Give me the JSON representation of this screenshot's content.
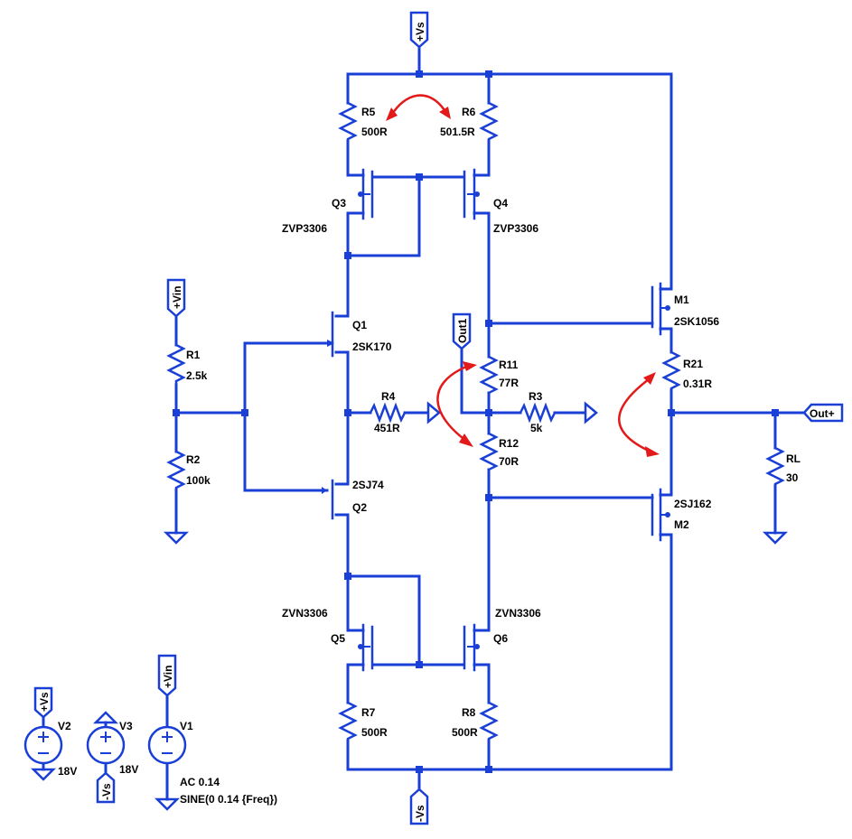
{
  "components": {
    "r1": {
      "name": "R1",
      "value": "2.5k"
    },
    "r2": {
      "name": "R2",
      "value": "100k"
    },
    "r3": {
      "name": "R3",
      "value": "5k"
    },
    "r4": {
      "name": "R4",
      "value": "451R"
    },
    "r5": {
      "name": "R5",
      "value": "500R"
    },
    "r6": {
      "name": "R6",
      "value": "501.5R"
    },
    "r7": {
      "name": "R7",
      "value": "500R"
    },
    "r8": {
      "name": "R8",
      "value": "500R"
    },
    "r11": {
      "name": "R11",
      "value": "77R"
    },
    "r12": {
      "name": "R12",
      "value": "70R"
    },
    "r21": {
      "name": "R21",
      "value": "0.31R"
    },
    "rl": {
      "name": "RL",
      "value": "30"
    },
    "q1": {
      "name": "Q1",
      "model": "2SK170"
    },
    "q2": {
      "name": "Q2",
      "model": "2SJ74"
    },
    "q3": {
      "name": "Q3",
      "model": "ZVP3306"
    },
    "q4": {
      "name": "Q4",
      "model": "ZVP3306"
    },
    "q5": {
      "name": "Q5",
      "model": "ZVN3306"
    },
    "q6": {
      "name": "Q6",
      "model": "ZVN3306"
    },
    "m1": {
      "name": "M1",
      "model": "2SK1056"
    },
    "m2": {
      "name": "M2",
      "model": "2SJ162"
    },
    "v1": {
      "name": "V1",
      "ac": "AC 0.14",
      "sine": "SINE(0 0.14 {Freq})"
    },
    "v2": {
      "name": "V2",
      "value": "18V"
    },
    "v3": {
      "name": "V3",
      "value": "18V"
    }
  },
  "nets": {
    "vs_pos": "+Vs",
    "vs_neg": "-Vs",
    "vin": "+Vin",
    "out1": "Out1",
    "out_pos": "Out+"
  },
  "colors": {
    "wire": "#1a3fd6",
    "annotation": "#e21a1a",
    "background": "#ffffff"
  }
}
